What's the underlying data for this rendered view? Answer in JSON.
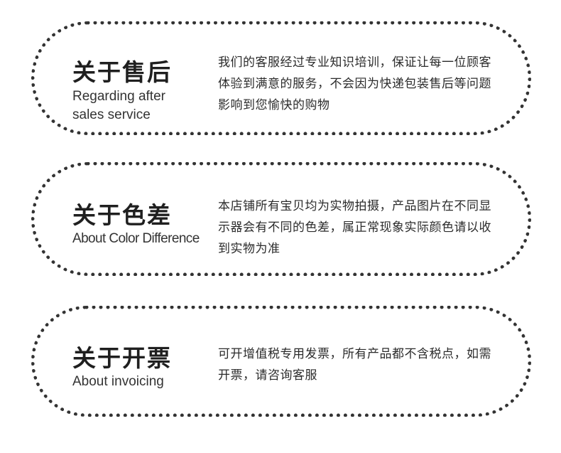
{
  "sections": [
    {
      "title_zh": "关于售后",
      "title_en": "Regarding after sales service",
      "description": "我们的客服经过专业知识培训，保证让每一位顾客体验到满意的服务，不会因为快递包装售后等问题影响到您愉快的购物"
    },
    {
      "title_zh": "关于色差",
      "title_en": "About Color Difference",
      "description": "本店铺所有宝贝均为实物拍摄，产品图片在不同显示器会有不同的色差，属正常现象实际颜色请以收到实物为准"
    },
    {
      "title_zh": "关于开票",
      "title_en": "About invoicing",
      "description": "可开增值税专用发票，所有产品都不含税点，如需开票，请咨询客服"
    }
  ]
}
